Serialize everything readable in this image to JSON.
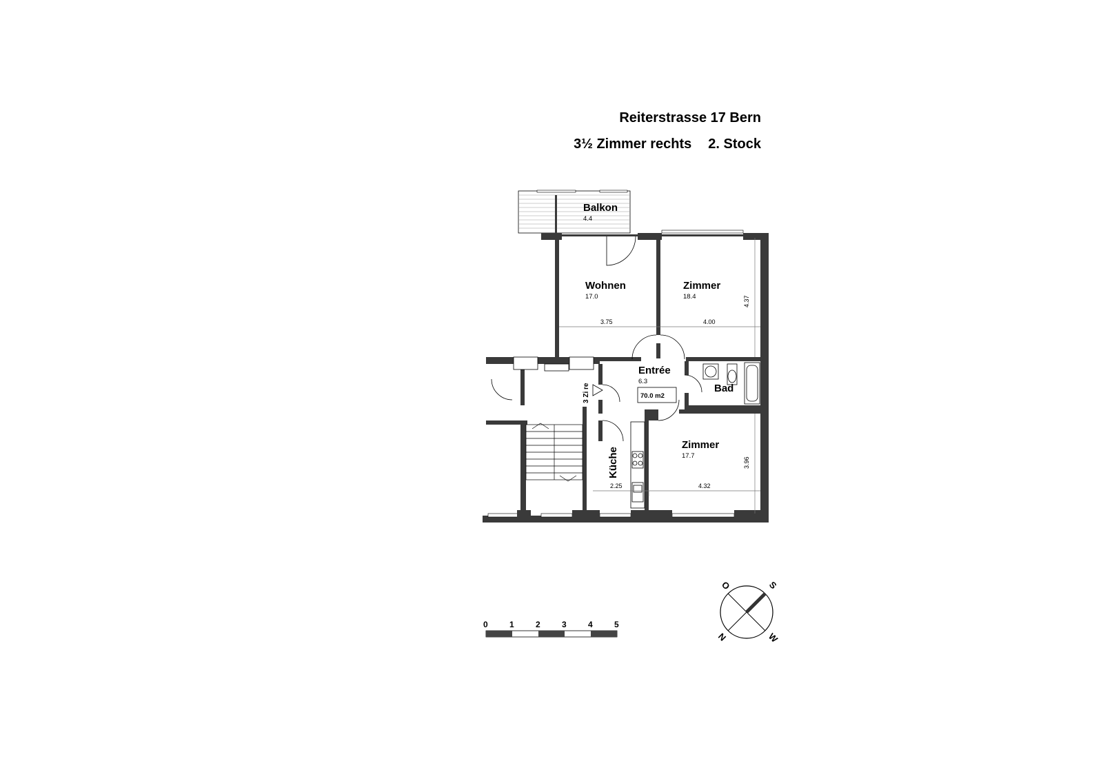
{
  "header": {
    "address": "Reiterstrasse 17 Bern",
    "unit": "3½ Zimmer rechts",
    "floor": "2. Stock"
  },
  "rooms": {
    "balkon": {
      "name": "Balkon",
      "area": "4.4"
    },
    "wohnen": {
      "name": "Wohnen",
      "area": "17.0"
    },
    "zimmer_top": {
      "name": "Zimmer",
      "area": "18.4"
    },
    "entree": {
      "name": "Entrée",
      "area": "6.3"
    },
    "bad": {
      "name": "Bad"
    },
    "zimmer_bottom": {
      "name": "Zimmer",
      "area": "17.7"
    },
    "kueche": {
      "name": "Küche"
    }
  },
  "total_area": "70.0 m2",
  "stair_label": "3 Zi re",
  "dimensions": {
    "wohnen_width": "3.75",
    "zimmer_top_width": "4.00",
    "zimmer_top_depth": "4.37",
    "kueche_width": "2.25",
    "zimmer_bottom_width": "4.32",
    "zimmer_bottom_depth": "3.96"
  },
  "scale_bar": {
    "labels": [
      "0",
      "1",
      "2",
      "3",
      "4",
      "5"
    ]
  },
  "compass": {
    "north": "N",
    "east": "O",
    "south": "S",
    "west": "W"
  }
}
